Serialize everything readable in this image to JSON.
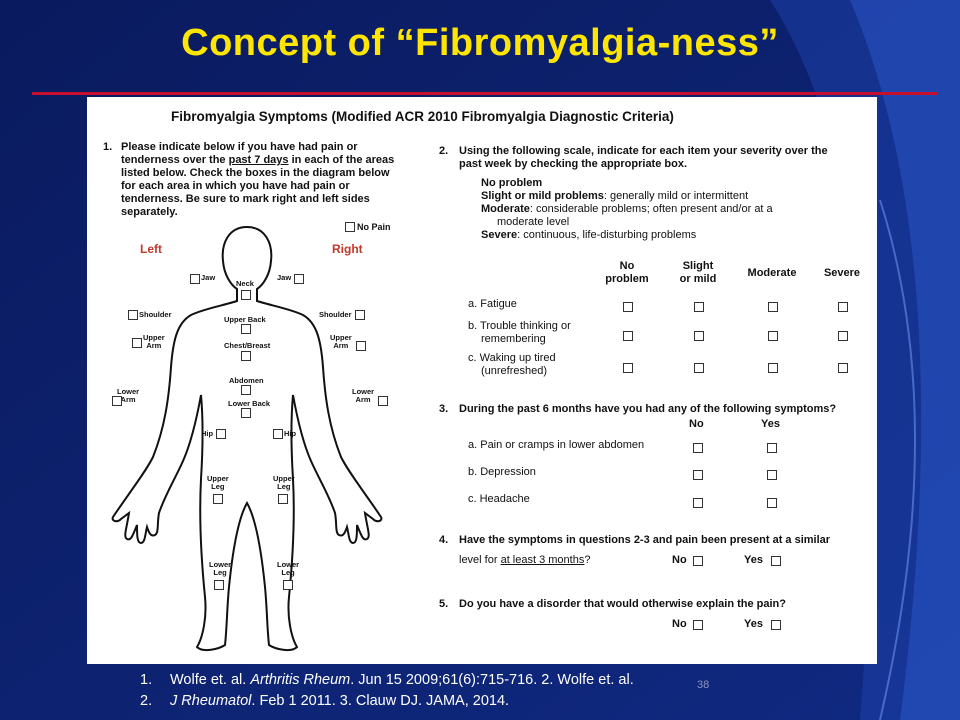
{
  "slide_title": "Concept of “Fibromyalgia-ness”",
  "form_title": "Fibromyalgia Symptoms (Modified ACR 2010 Fibromyalgia Diagnostic Criteria)",
  "q1": {
    "num": "1.",
    "lines": [
      "Please indicate below if you have had pain or",
      "tenderness over the ",
      "past 7 days",
      " in each of the areas",
      "listed below. Check the boxes in the diagram below",
      "for each area in which you have had pain or",
      "tenderness.  Be sure to mark right and left sides",
      "separately."
    ],
    "no_pain": "No Pain",
    "left": "Left",
    "right": "Right",
    "areas": {
      "jaw_l": "Jaw",
      "jaw_r": "Jaw",
      "neck": "Neck",
      "shoulder_l": "Shoulder",
      "shoulder_r": "Shoulder",
      "upper_back": "Upper Back",
      "upper_arm_l": "Upper\nArm",
      "upper_arm_r": "Upper\nArm",
      "chest": "Chest/Breast",
      "abdomen": "Abdomen",
      "lower_arm_l": "Lower\nArm",
      "lower_arm_r": "Lower\nArm",
      "lower_back": "Lower Back",
      "hip_l": "Hip",
      "hip_r": "Hip",
      "upper_leg_l": "Upper\nLeg",
      "upper_leg_r": "Upper\nLeg",
      "lower_leg_l": "Lower\nLeg",
      "lower_leg_r": "Lower\nLeg"
    }
  },
  "q2": {
    "num": "2.",
    "line1": "Using the following scale, indicate for each item your severity over the",
    "line2": "past week by checking the appropriate box.",
    "scale": {
      "s1_b": "No problem",
      "s2_b": "Slight or mild problems",
      "s2_r": ": generally mild or intermittent",
      "s3_b": "Moderate",
      "s3_r": ": considerable problems; often present and/or at a",
      "s3_r2": "moderate level",
      "s4_b": "Severe",
      "s4_r": ": continuous, life-disturbing problems"
    },
    "columns": [
      "No\nproblem",
      "Slight\nor mild",
      "Moderate",
      "Severe"
    ],
    "items": [
      {
        "label": "a. Fatigue",
        "label2": ""
      },
      {
        "label": "b. Trouble thinking or",
        "label2": "remembering"
      },
      {
        "label": "c. Waking up tired",
        "label2": "(unrefreshed)"
      }
    ]
  },
  "q3": {
    "num": "3.",
    "text": "During the past 6 months have you had any of the following symptoms?",
    "columns": [
      "No",
      "Yes"
    ],
    "items": [
      "a. Pain or cramps in lower abdomen",
      "b. Depression",
      "c. Headache"
    ]
  },
  "q4": {
    "num": "4.",
    "line1": "Have the symptoms in questions 2-3 and pain been present at a similar",
    "line2a": "level for ",
    "line2u": "at least 3 months",
    "line2b": "?",
    "no": "No",
    "yes": "Yes"
  },
  "q5": {
    "num": "5.",
    "text": "Do you have a disorder that would otherwise explain the pain?",
    "no": "No",
    "yes": "Yes"
  },
  "citations": {
    "n1": "1.",
    "c1a": "Wolfe et. al. ",
    "c1i": "Arthritis Rheum",
    "c1b": ". Jun 15 2009;61(6):715-716.  2.  Wolfe et. al.",
    "n2": "2.",
    "c2i": "J Rheumatol",
    "c2b": ". Feb 1 2011.  3.  Clauw DJ.  JAMA, 2014."
  },
  "page_number": "38",
  "colors": {
    "background": "#0b1f6b",
    "title": "#ffe600",
    "rule": "#c8102e",
    "side_labels": "#c0392b"
  }
}
